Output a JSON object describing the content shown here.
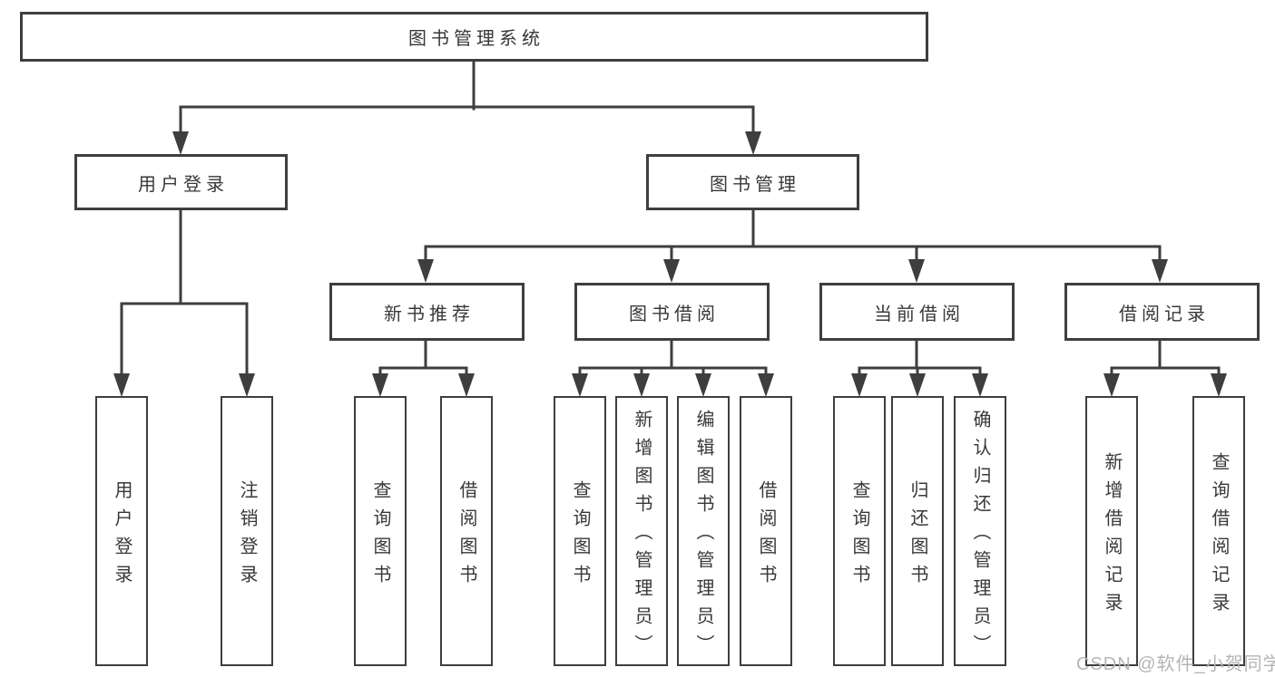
{
  "tree": {
    "root": "图书管理系统",
    "user": {
      "label": "用户登录",
      "children": [
        "用户登录",
        "注销登录"
      ]
    },
    "mgmt": {
      "label": "图书管理",
      "groups": [
        {
          "label": "新书推荐",
          "children": [
            "查询图书",
            "借阅图书"
          ]
        },
        {
          "label": "图书借阅",
          "children": [
            "查询图书",
            "新增图书（管理员）",
            "编辑图书（管理员）",
            "借阅图书"
          ]
        },
        {
          "label": "当前借阅",
          "children": [
            "查询图书",
            "归还图书",
            "确认归还（管理员）"
          ]
        },
        {
          "label": "借阅记录",
          "children": [
            "新增借阅记录",
            "查询借阅记录"
          ]
        }
      ]
    }
  },
  "watermark": "CSDN @软件_小贺同学",
  "colors": {
    "line": "#3e3e3e",
    "text": "#383838",
    "watermark": "#b5b5b9"
  }
}
